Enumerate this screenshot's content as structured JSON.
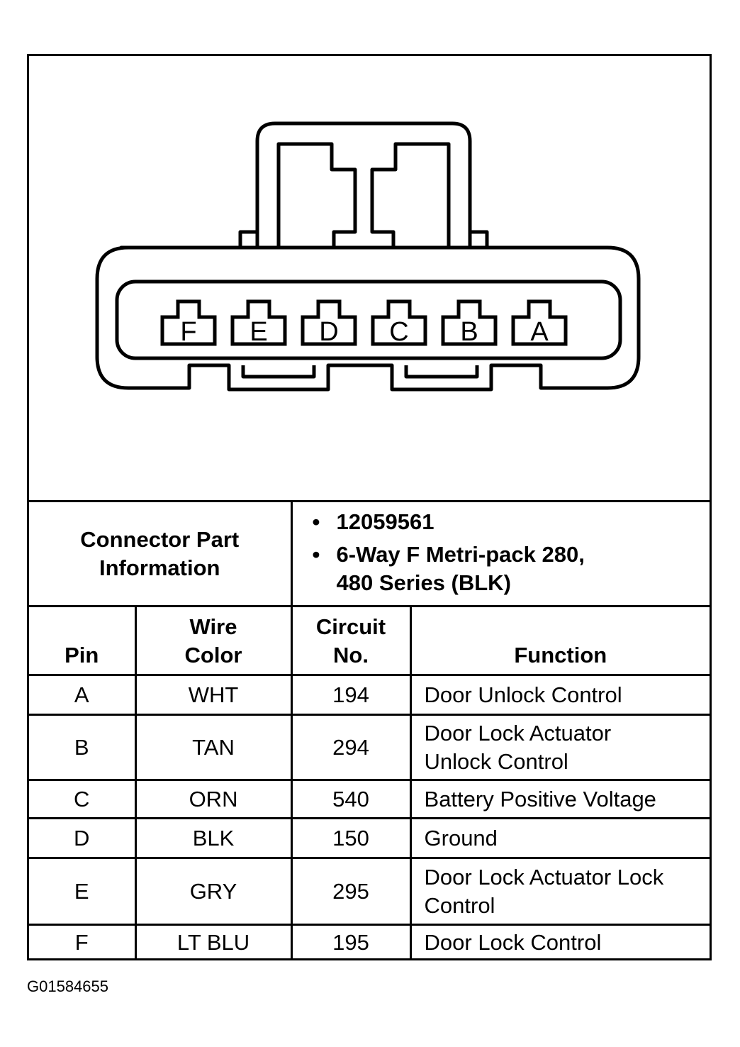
{
  "connector": {
    "pins": [
      "F",
      "E",
      "D",
      "C",
      "B",
      "A"
    ]
  },
  "part_info": {
    "label": "Connector Part\nInformation",
    "lines": [
      "12059561",
      "6-Way F Metri-pack 280,\n480 Series (BLK)"
    ]
  },
  "table": {
    "headers": {
      "pin": "Pin",
      "wire_color": "Wire\nColor",
      "circuit": "Circuit\nNo.",
      "function": "Function"
    },
    "rows": [
      {
        "pin": "A",
        "color": "WHT",
        "circuit": "194",
        "function": "Door Unlock Control"
      },
      {
        "pin": "B",
        "color": "TAN",
        "circuit": "294",
        "function": "Door Lock Actuator\nUnlock Control"
      },
      {
        "pin": "C",
        "color": "ORN",
        "circuit": "540",
        "function": "Battery Positive Voltage"
      },
      {
        "pin": "D",
        "color": "BLK",
        "circuit": "150",
        "function": "Ground"
      },
      {
        "pin": "E",
        "color": "GRY",
        "circuit": "295",
        "function": "Door Lock Actuator Lock\nControl"
      },
      {
        "pin": "F",
        "color": "LT BLU",
        "circuit": "195",
        "function": "Door Lock Control"
      }
    ]
  },
  "figure_code": "G01584655"
}
